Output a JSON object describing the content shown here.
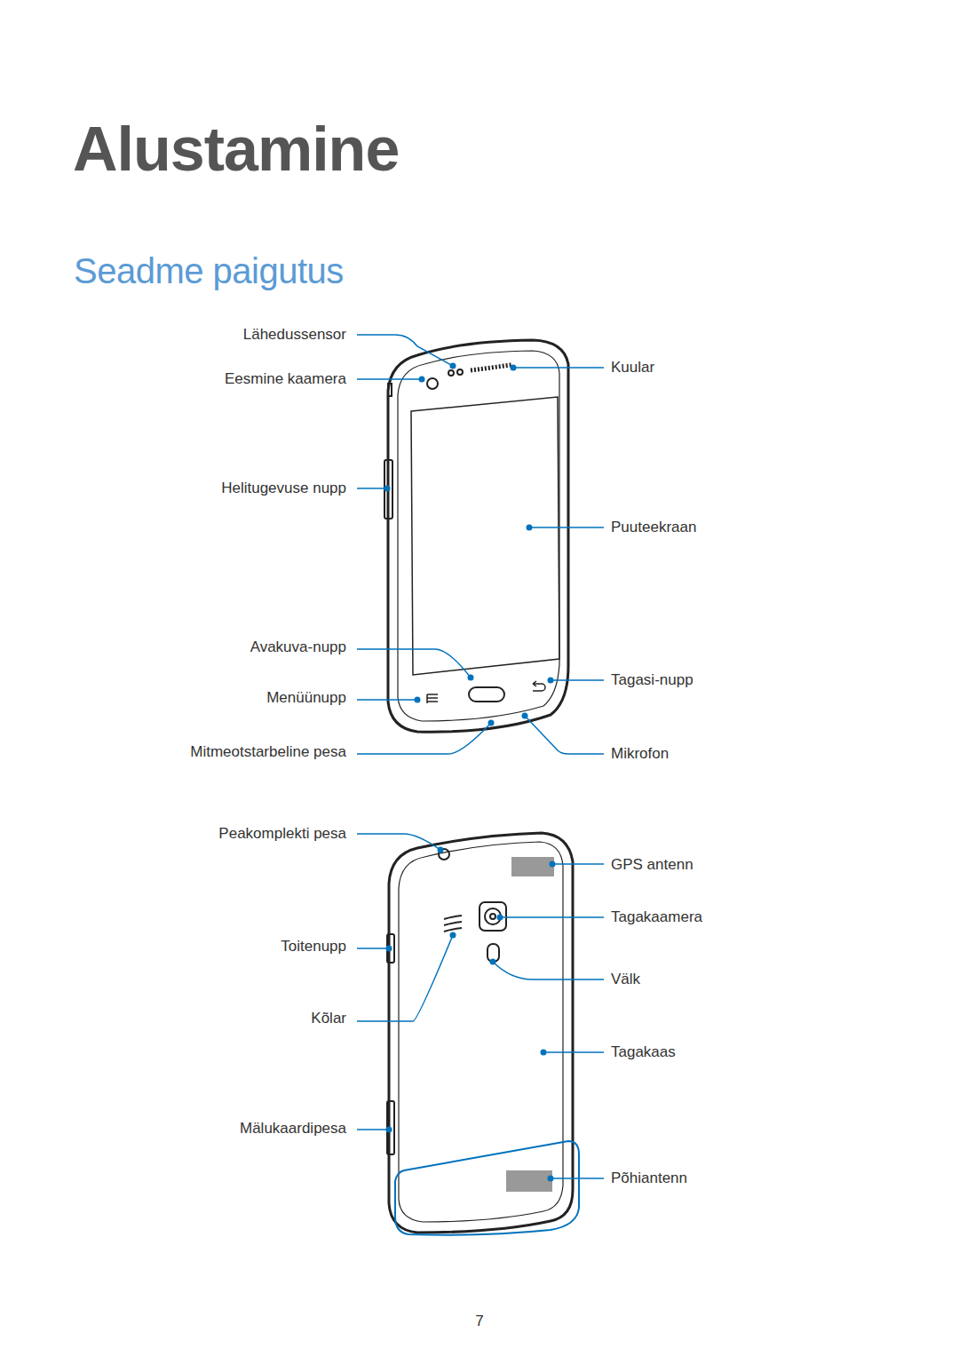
{
  "diagram": {
    "title": "Alustamine",
    "labels": [
      "Seadme paigutus",
      "Lähedussensor",
      "Eesmine kaamera",
      "Kuular",
      "Helitugevuse nupp",
      "Puuteekraan",
      "Avakuva-nupp",
      "Tagasi-nupp",
      "Menüünupp",
      "Mitmeotstarbeline pesa",
      "Mikrofon",
      "Peakomplekti pesa",
      "GPS antenn",
      "Tagakaamera",
      "Toitenupp",
      "Välk",
      "Kõlar",
      "Tagakaas",
      "Mälukaardipesa",
      "Põhiantenn",
      "7"
    ]
  }
}
